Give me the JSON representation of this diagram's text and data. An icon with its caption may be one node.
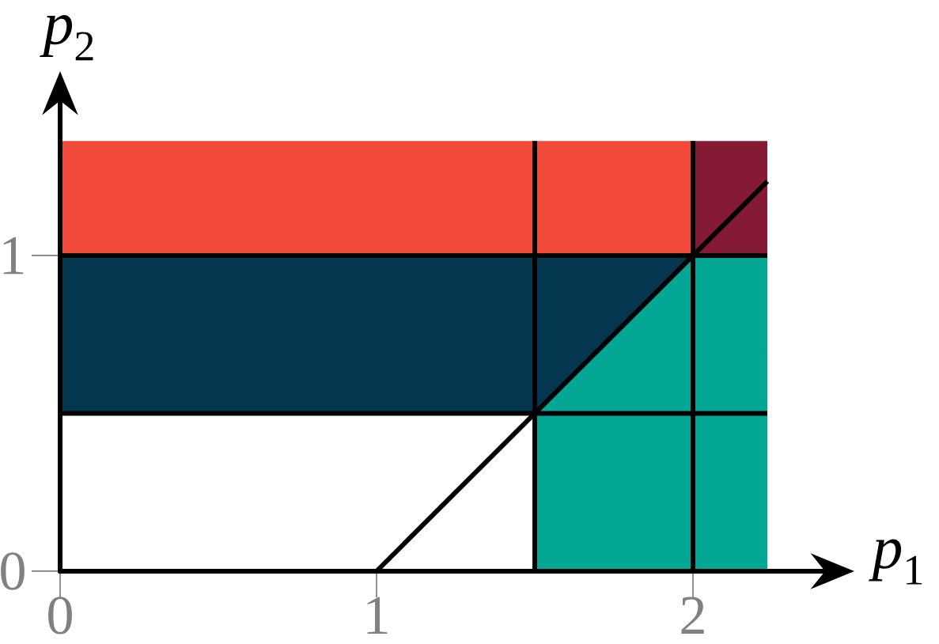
{
  "diagram": {
    "labels": [
      "*p*$_{2}$",
      "1",
      "0",
      "*p*$_{1}$",
      "0",
      "1",
      "2"
    ]
  }
}
